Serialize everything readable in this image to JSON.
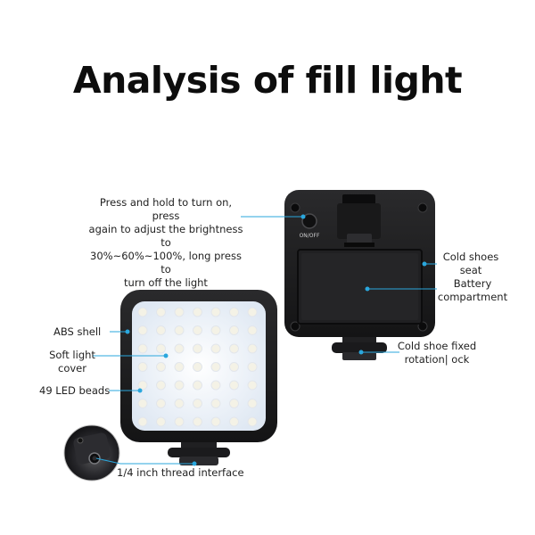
{
  "title": "Analysis of fill light",
  "labels": {
    "power_instructions": [
      "Press and hold to turn on, press",
      "again to adjust the brightness to",
      "30%~60%~100%, long press to",
      "turn off the light"
    ],
    "onoff_text": "ON/OFF",
    "cold_shoes_seat": [
      "Cold shoes",
      "seat"
    ],
    "battery_compartment": [
      "Battery",
      "compartment"
    ],
    "cold_shoe_fixed": [
      "Cold shoe fixed",
      "rotation| ock"
    ],
    "abs_shell": "ABS shell",
    "soft_light_cover": [
      "Soft light",
      "cover"
    ],
    "led_beads": "49 LED beads",
    "thread_interface": "1/4 inch thread interface"
  },
  "colors": {
    "callout": "#2aa7dd",
    "device_body": "#1c1c1e",
    "led_panel": "#eef3f9"
  },
  "icons": [
    "power-button-icon",
    "led-panel-light",
    "cold-shoe-mount",
    "thread-closeup"
  ]
}
